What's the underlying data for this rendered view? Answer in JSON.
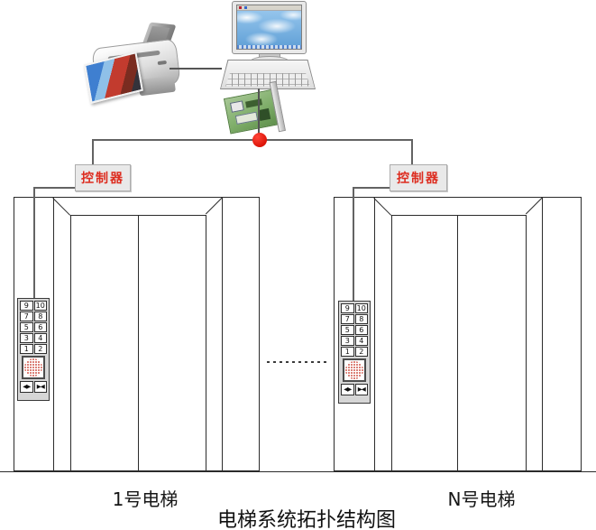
{
  "diagram": {
    "title": "电梯系统拓扑结构图"
  },
  "devices": {
    "printer": "inkjet-printer",
    "computer": "desktop-computer",
    "network_card": "network-interface-card",
    "hub": "bus-junction-dot"
  },
  "controllers": {
    "left": {
      "label": "控制器"
    },
    "right": {
      "label": "控制器"
    }
  },
  "elevators": {
    "left": {
      "label": "1号电梯"
    },
    "right": {
      "label": "N号电梯"
    }
  },
  "keypad": {
    "buttons": [
      [
        "9",
        "10"
      ],
      [
        "7",
        "8"
      ],
      [
        "5",
        "6"
      ],
      [
        "3",
        "4"
      ],
      [
        "1",
        "2"
      ]
    ],
    "door_open_symbol": "◀▶",
    "door_close_symbol": "▶◀"
  },
  "colors": {
    "controller_text": "#dd2d20",
    "controller_bg": "#e9e9e9",
    "hub_dot": "#dd1408",
    "cable_gray": "#636363",
    "outline_dark": "#2b2b2b",
    "speaker_dots": "#d0574b",
    "screen_sky": "#5f9fd6"
  }
}
